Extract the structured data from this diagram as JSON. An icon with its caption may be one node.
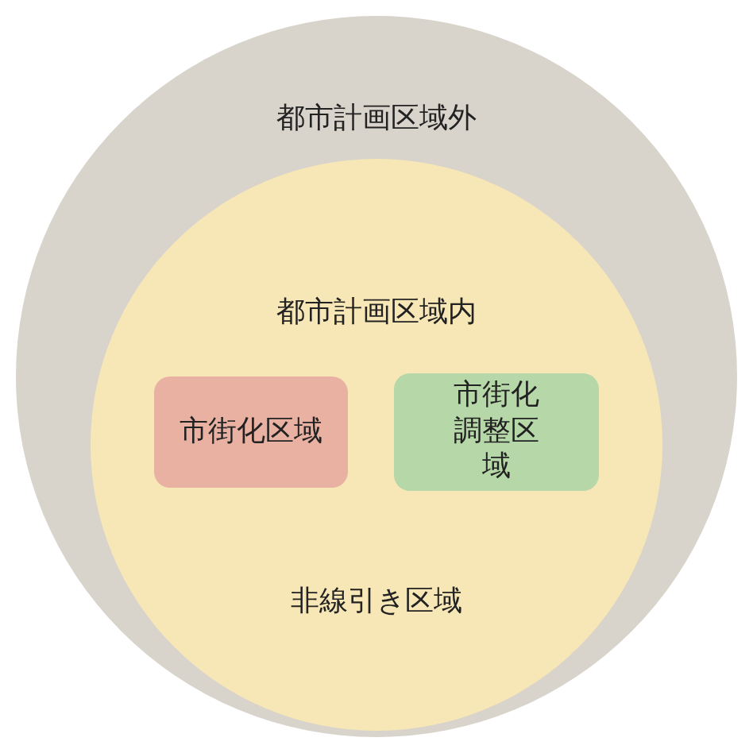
{
  "diagram": {
    "nodes": [
      {
        "text": [
          "都市計画区域外"
        ]
      },
      {
        "text": [
          "都市計画区域内",
          "非線引き区域"
        ],
        "in": 0
      },
      {
        "text": [
          "市街化区域"
        ],
        "in": 1
      },
      {
        "text": [
          "市街化調整区域"
        ],
        "in": 1
      }
    ],
    "edges": []
  }
}
